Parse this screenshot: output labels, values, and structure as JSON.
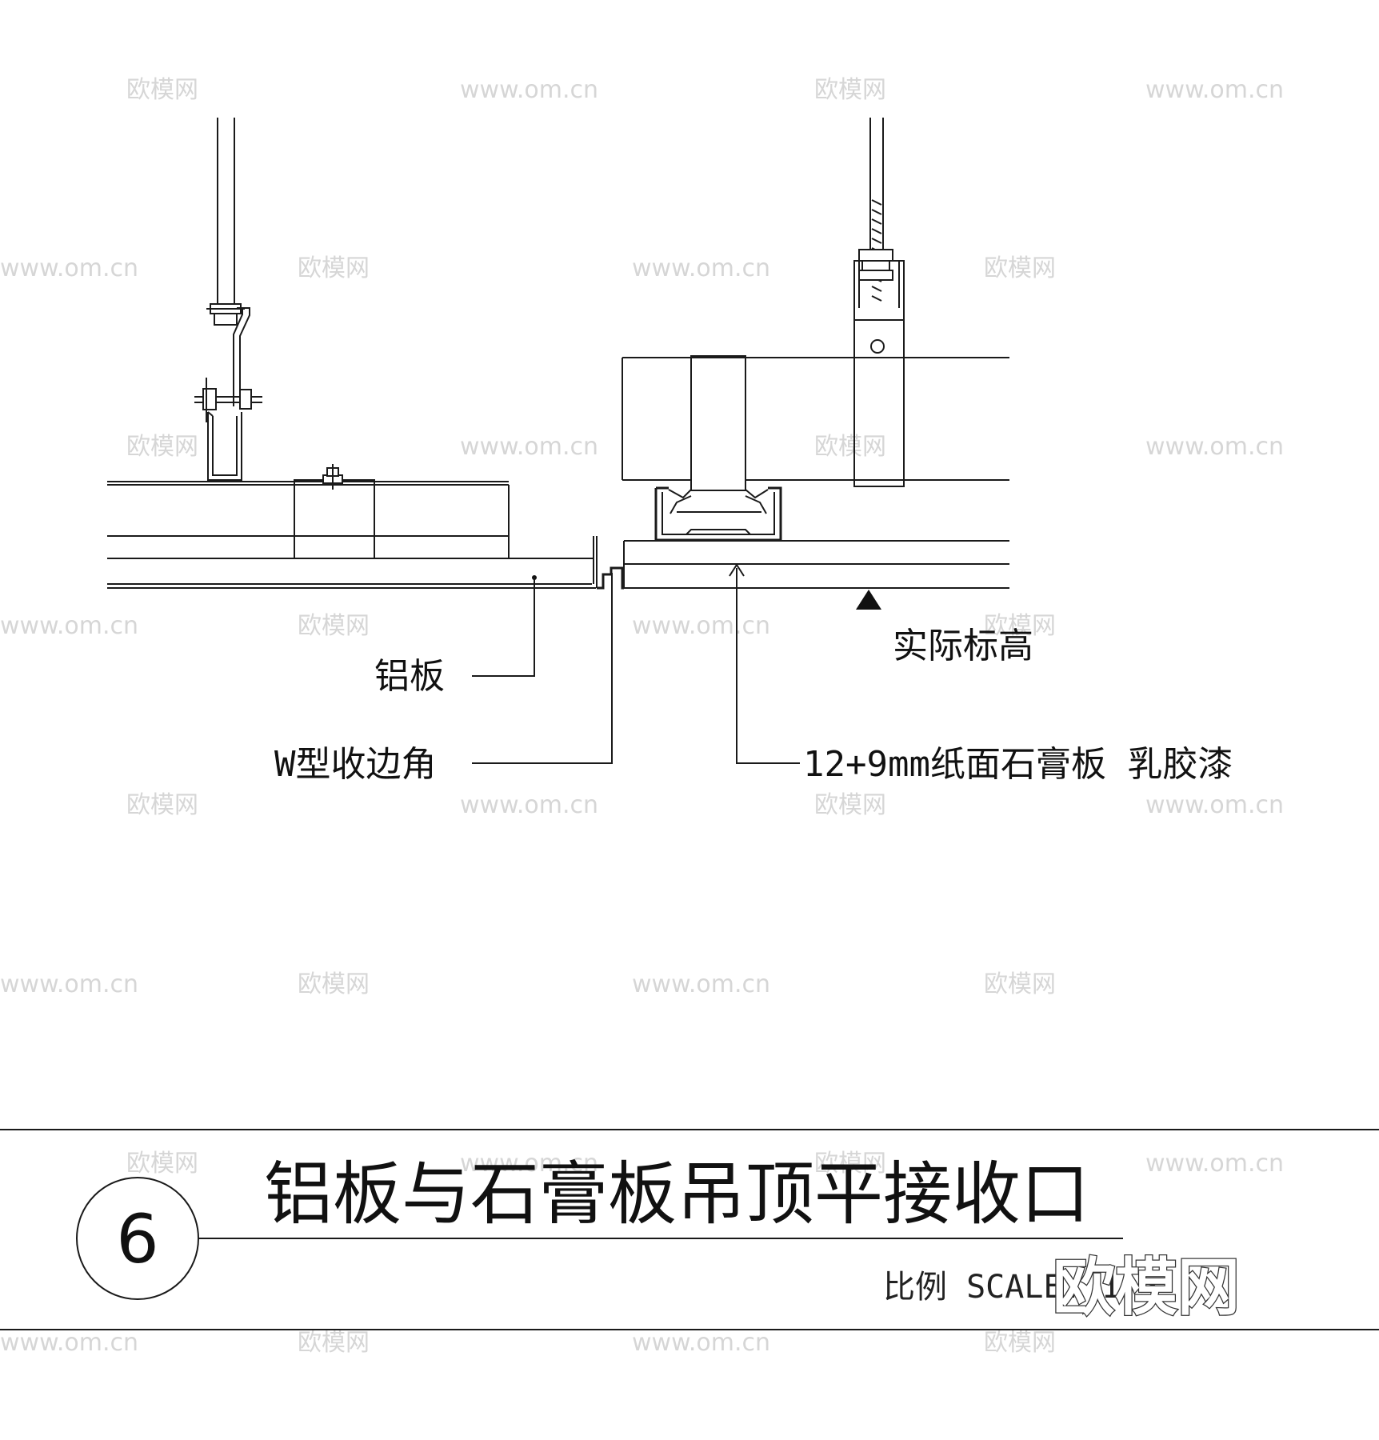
{
  "labels": {
    "aluminum_panel": "铝板",
    "w_edge_trim": "W型收边角",
    "gypsum_board": "12+9mm纸面石膏板  乳胶漆",
    "actual_elevation": "实际标高"
  },
  "title_block": {
    "detail_number": "6",
    "title": "铝板与石膏板吊顶平接收口",
    "scale_label": "比例 SCALE: 1:5"
  },
  "watermark": {
    "logo_text": "欧模网",
    "url_text": "www.om.cn"
  }
}
